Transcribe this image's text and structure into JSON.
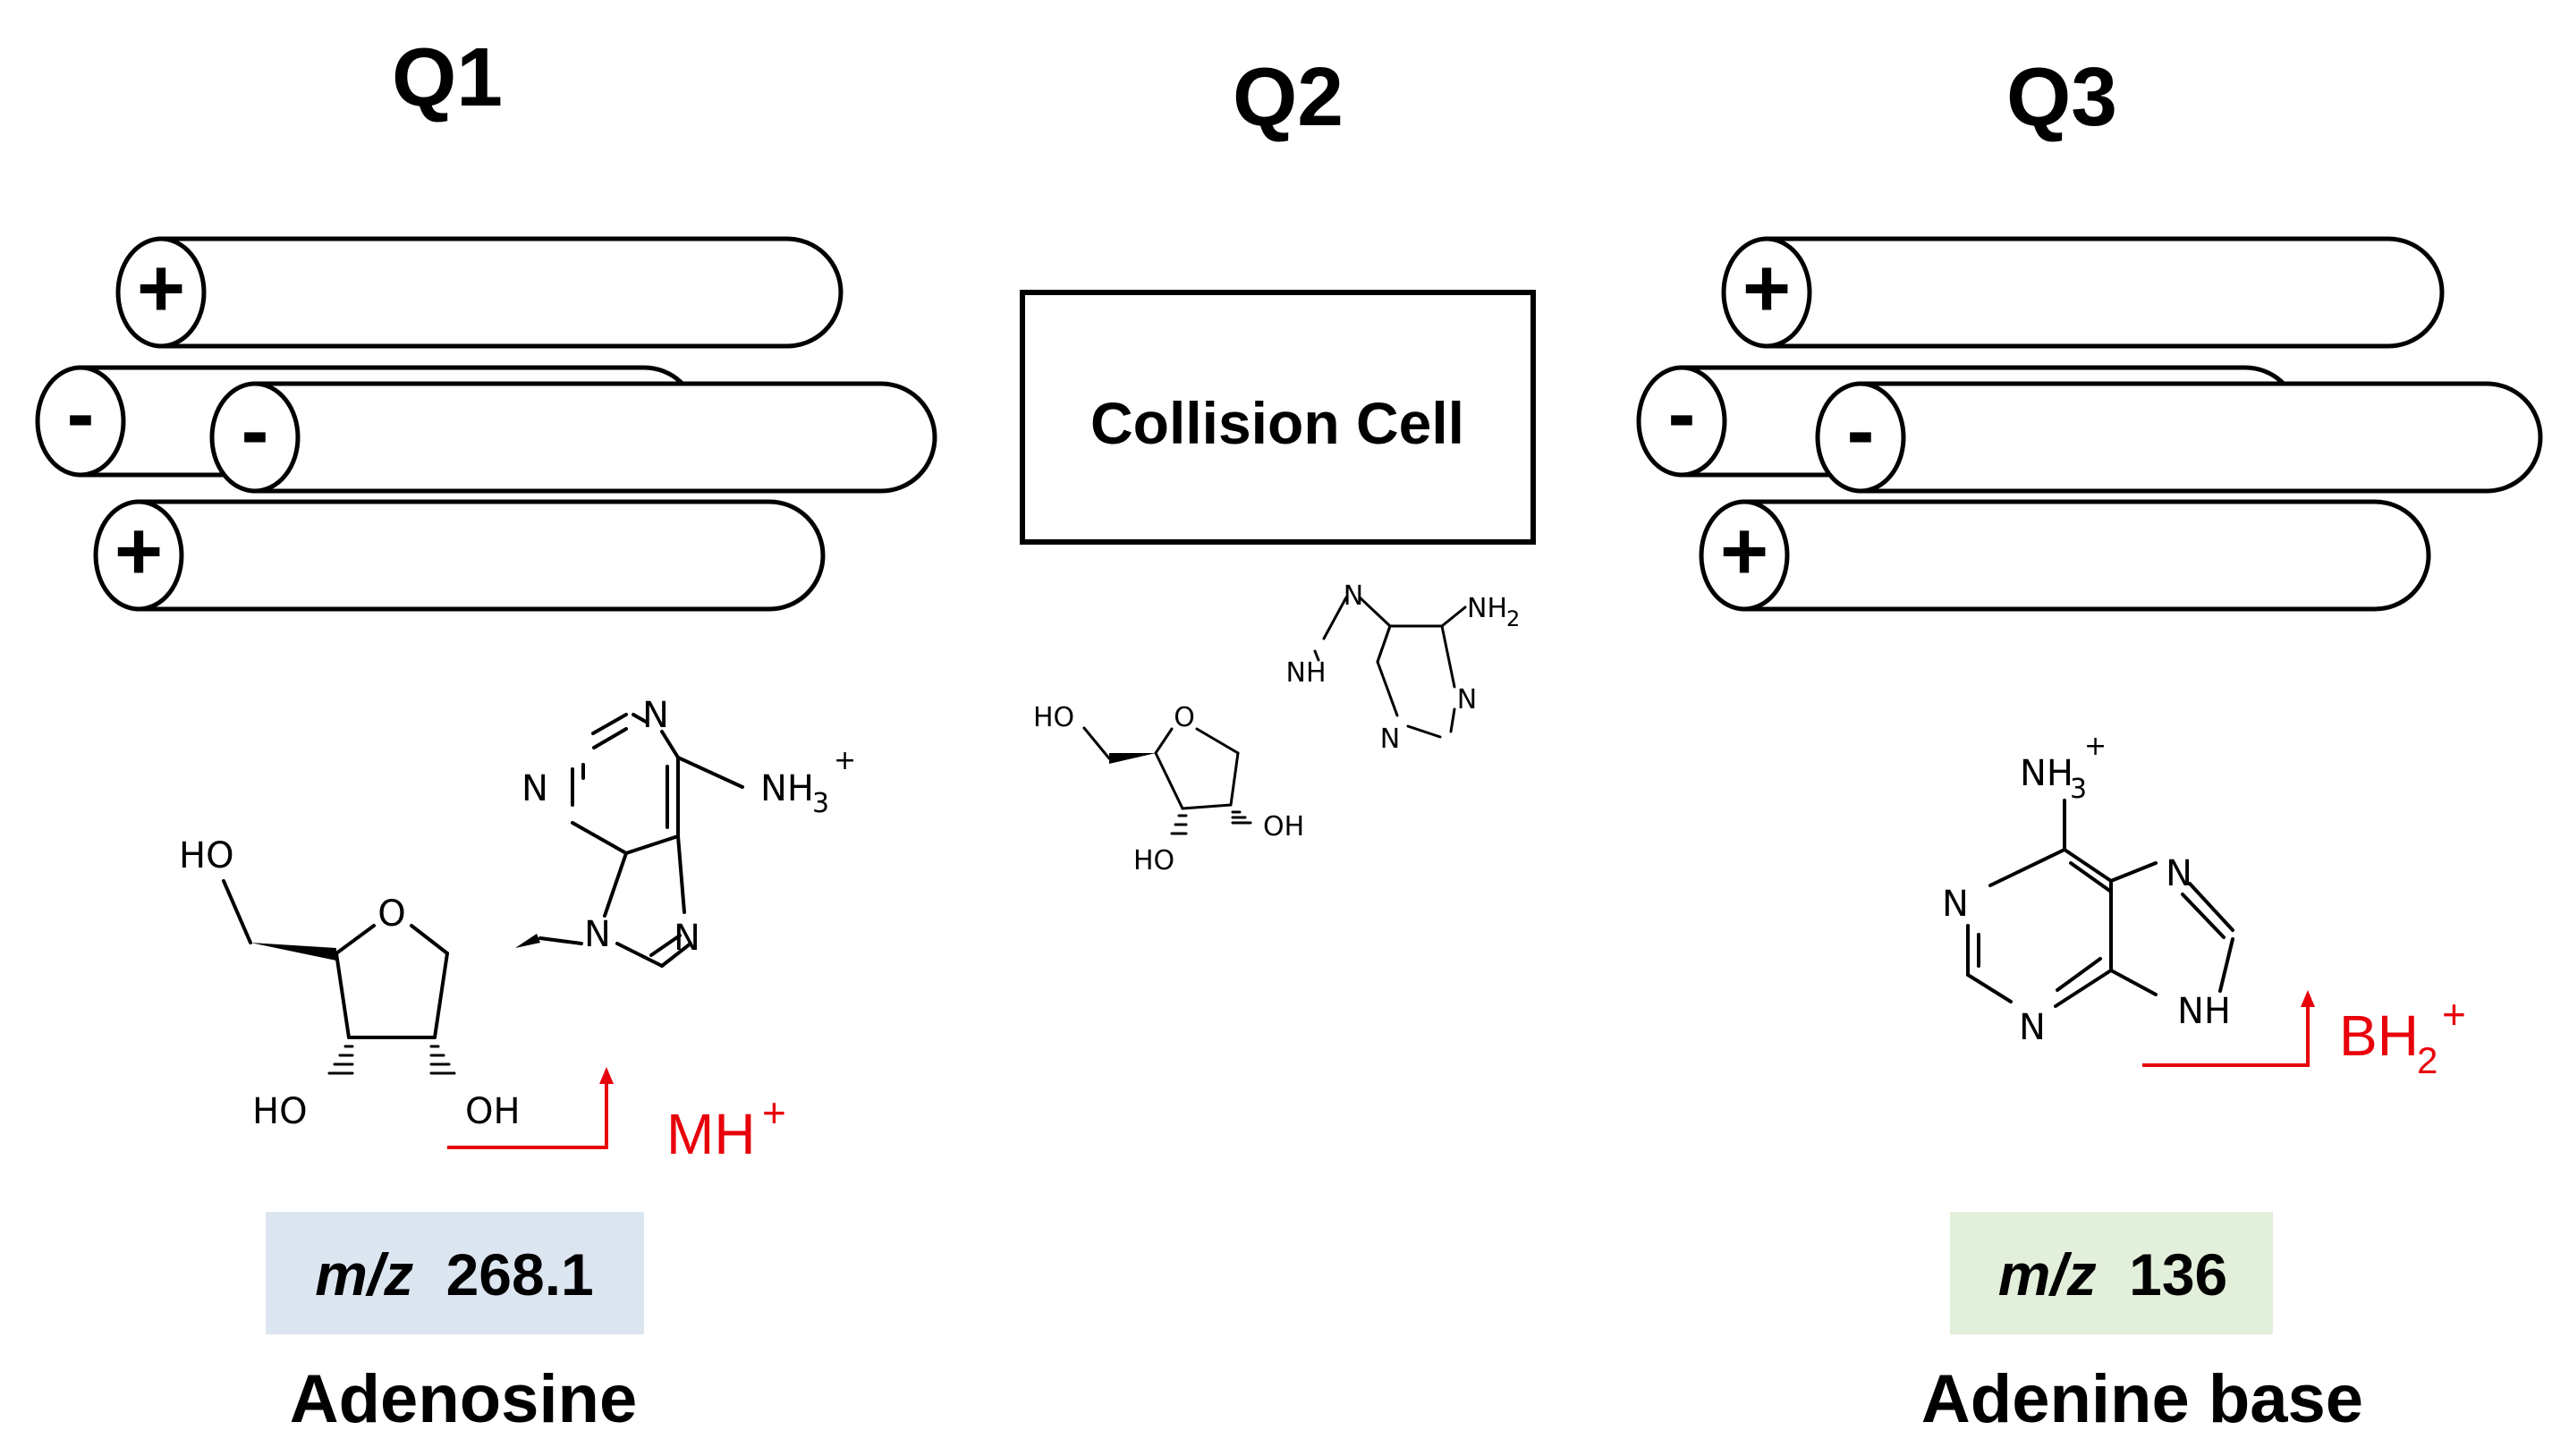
{
  "headings": {
    "q1": "Q1",
    "q2": "Q2",
    "q3": "Q3"
  },
  "collision_cell": {
    "label": "Collision Cell"
  },
  "rod_polarity": {
    "plus": "+",
    "minus": "-"
  },
  "q1_molecule": {
    "atoms": {
      "n": "N",
      "o": "O",
      "ho": "HO",
      "oh": "OH",
      "nh3": "NH",
      "nh3_sub": "3",
      "nh3_sup": "+"
    },
    "ion": {
      "base": "MH",
      "sup": "+"
    },
    "mz": {
      "prefix": "m/z",
      "value": "268.1"
    },
    "name": "Adenosine",
    "mz_box_color": "#dce6f1"
  },
  "q2_fragments": {
    "atoms": {
      "n": "N",
      "nh": "NH",
      "nh2": "NH",
      "nh2_sub": "2",
      "o": "O",
      "ho": "HO",
      "oh": "OH"
    }
  },
  "q3_molecule": {
    "atoms": {
      "n": "N",
      "nh": "NH",
      "nh3": "NH",
      "nh3_sub": "3",
      "nh3_sup": "+"
    },
    "ion": {
      "base": "BH",
      "sub": "2",
      "sup": "+"
    },
    "mz": {
      "prefix": "m/z",
      "value": "136"
    },
    "name": "Adenine base",
    "mz_box_color": "#e2efda"
  },
  "colors": {
    "ion_red": "#e8000b"
  }
}
